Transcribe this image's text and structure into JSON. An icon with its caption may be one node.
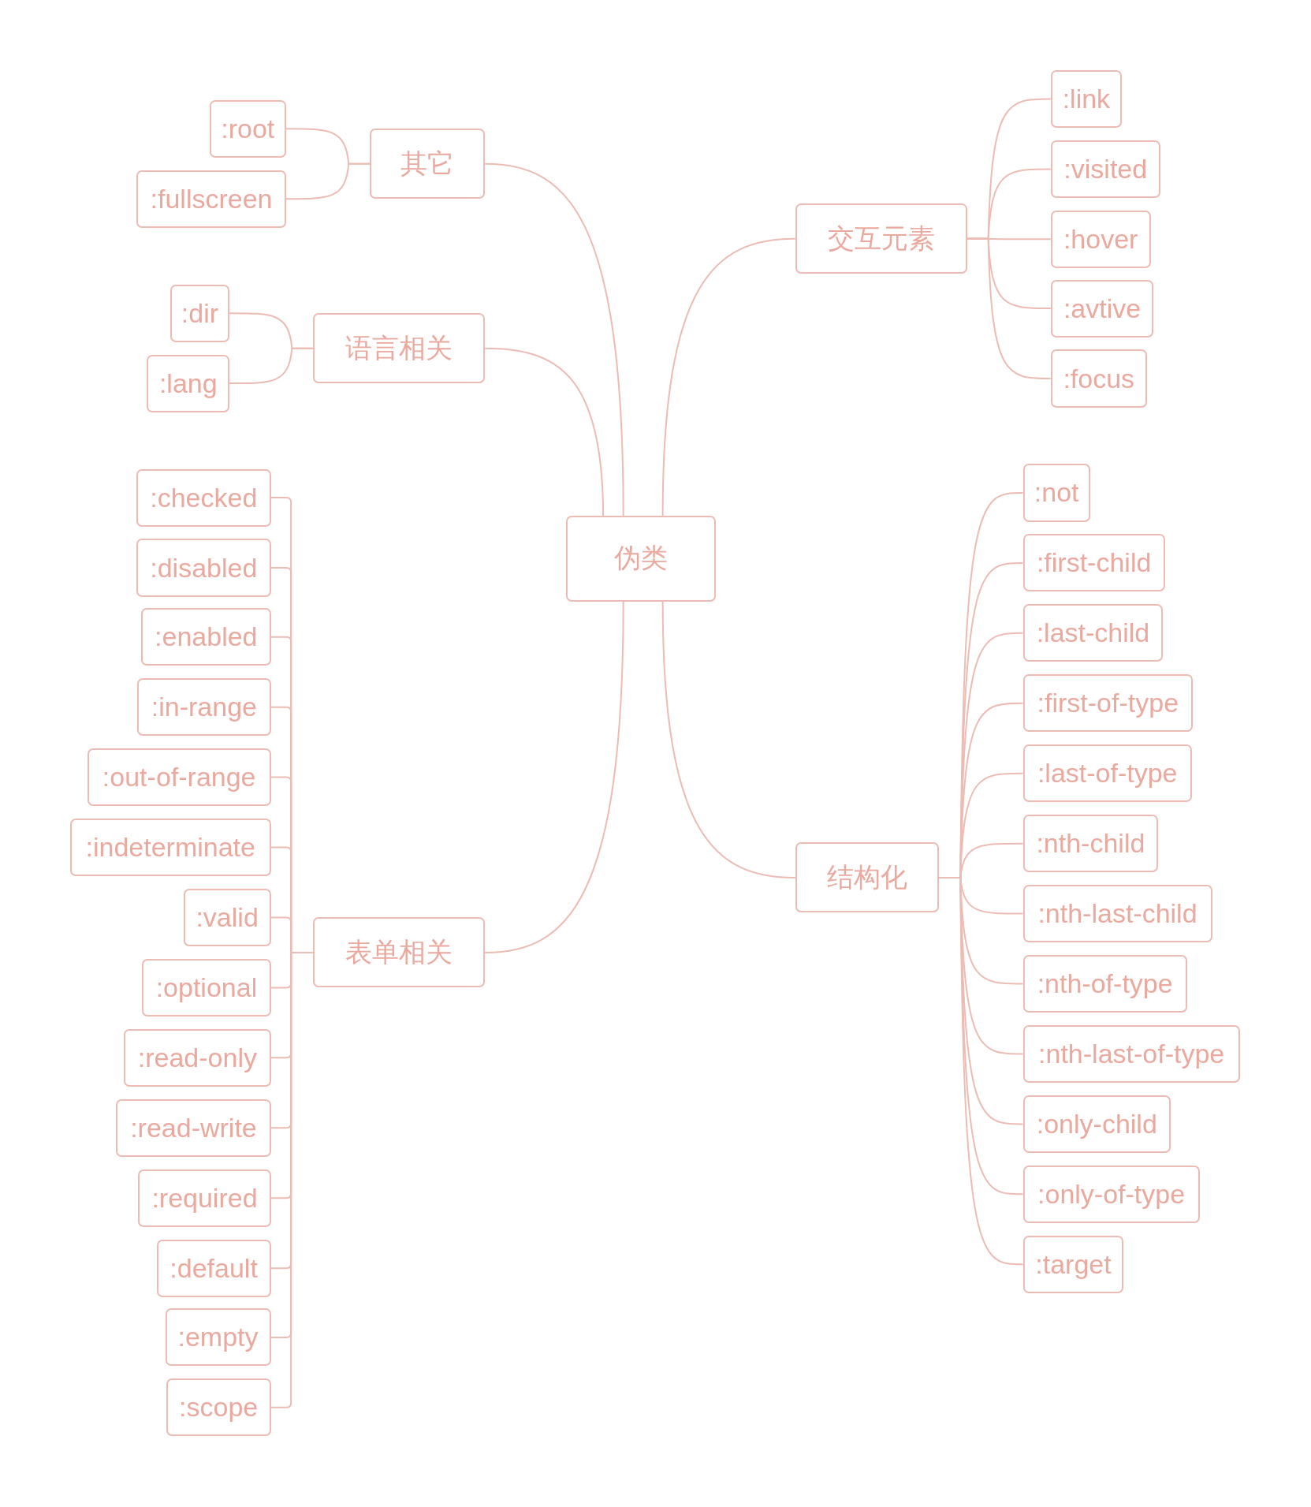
{
  "diagram": {
    "nodes": [
      {
        "text": [
          "伪类"
        ]
      },
      {
        "text": [
          "其它"
        ]
      },
      {
        "text": [
          ":root"
        ]
      },
      {
        "text": [
          ":fullscreen"
        ]
      },
      {
        "text": [
          "语言相关"
        ]
      },
      {
        "text": [
          ":dir"
        ]
      },
      {
        "text": [
          ":lang"
        ]
      },
      {
        "text": [
          "表单相关"
        ]
      },
      {
        "text": [
          ":checked"
        ]
      },
      {
        "text": [
          ":disabled"
        ]
      },
      {
        "text": [
          ":enabled"
        ]
      },
      {
        "text": [
          ":in-range"
        ]
      },
      {
        "text": [
          ":out-of-range"
        ]
      },
      {
        "text": [
          ":indeterminate"
        ]
      },
      {
        "text": [
          ":valid"
        ]
      },
      {
        "text": [
          ":optional"
        ]
      },
      {
        "text": [
          ":read-only"
        ]
      },
      {
        "text": [
          ":read-write"
        ]
      },
      {
        "text": [
          ":required"
        ]
      },
      {
        "text": [
          ":default"
        ]
      },
      {
        "text": [
          ":empty"
        ]
      },
      {
        "text": [
          ":scope"
        ]
      },
      {
        "text": [
          "交互元素"
        ]
      },
      {
        "text": [
          ":link"
        ]
      },
      {
        "text": [
          ":visited"
        ]
      },
      {
        "text": [
          ":hover"
        ]
      },
      {
        "text": [
          ":avtive"
        ]
      },
      {
        "text": [
          ":focus"
        ]
      },
      {
        "text": [
          "结构化"
        ]
      },
      {
        "text": [
          ":not"
        ]
      },
      {
        "text": [
          ":first-child"
        ]
      },
      {
        "text": [
          ":last-child"
        ]
      },
      {
        "text": [
          ":first-of-type"
        ]
      },
      {
        "text": [
          ":last-of-type"
        ]
      },
      {
        "text": [
          ":nth-child"
        ]
      },
      {
        "text": [
          ":nth-last-child"
        ]
      },
      {
        "text": [
          ":nth-of-type"
        ]
      },
      {
        "text": [
          ":nth-last-of-type"
        ]
      },
      {
        "text": [
          ":only-child"
        ]
      },
      {
        "text": [
          ":only-of-type"
        ]
      },
      {
        "text": [
          ":target"
        ]
      }
    ],
    "edges": [
      {
        "from": 0,
        "to": 1,
        "arrow": "none"
      },
      {
        "from": 1,
        "to": 2,
        "arrow": "none"
      },
      {
        "from": 1,
        "to": 3,
        "arrow": "none"
      },
      {
        "from": 0,
        "to": 4,
        "arrow": "none"
      },
      {
        "from": 4,
        "to": 5,
        "arrow": "none"
      },
      {
        "from": 4,
        "to": 6,
        "arrow": "none"
      },
      {
        "from": 0,
        "to": 7,
        "arrow": "none"
      },
      {
        "from": 7,
        "to": 8,
        "arrow": "none"
      },
      {
        "from": 7,
        "to": 9,
        "arrow": "none"
      },
      {
        "from": 7,
        "to": 10,
        "arrow": "none"
      },
      {
        "from": 7,
        "to": 11,
        "arrow": "none"
      },
      {
        "from": 7,
        "to": 12,
        "arrow": "none"
      },
      {
        "from": 7,
        "to": 13,
        "arrow": "none"
      },
      {
        "from": 7,
        "to": 14,
        "arrow": "none"
      },
      {
        "from": 7,
        "to": 15,
        "arrow": "none"
      },
      {
        "from": 7,
        "to": 16,
        "arrow": "none"
      },
      {
        "from": 7,
        "to": 17,
        "arrow": "none"
      },
      {
        "from": 7,
        "to": 18,
        "arrow": "none"
      },
      {
        "from": 7,
        "to": 19,
        "arrow": "none"
      },
      {
        "from": 7,
        "to": 20,
        "arrow": "none"
      },
      {
        "from": 7,
        "to": 21,
        "arrow": "none"
      },
      {
        "from": 0,
        "to": 22,
        "arrow": "none"
      },
      {
        "from": 22,
        "to": 23,
        "arrow": "none"
      },
      {
        "from": 22,
        "to": 24,
        "arrow": "none"
      },
      {
        "from": 22,
        "to": 25,
        "arrow": "none"
      },
      {
        "from": 22,
        "to": 26,
        "arrow": "none"
      },
      {
        "from": 22,
        "to": 27,
        "arrow": "none"
      },
      {
        "from": 0,
        "to": 28,
        "arrow": "none"
      },
      {
        "from": 28,
        "to": 29,
        "arrow": "none"
      },
      {
        "from": 28,
        "to": 30,
        "arrow": "none"
      },
      {
        "from": 28,
        "to": 31,
        "arrow": "none"
      },
      {
        "from": 28,
        "to": 32,
        "arrow": "none"
      },
      {
        "from": 28,
        "to": 33,
        "arrow": "none"
      },
      {
        "from": 28,
        "to": 34,
        "arrow": "none"
      },
      {
        "from": 28,
        "to": 35,
        "arrow": "none"
      },
      {
        "from": 28,
        "to": 36,
        "arrow": "none"
      },
      {
        "from": 28,
        "to": 37,
        "arrow": "none"
      },
      {
        "from": 28,
        "to": 38,
        "arrow": "none"
      },
      {
        "from": 28,
        "to": 39,
        "arrow": "none"
      },
      {
        "from": 28,
        "to": 40,
        "arrow": "none"
      }
    ]
  }
}
